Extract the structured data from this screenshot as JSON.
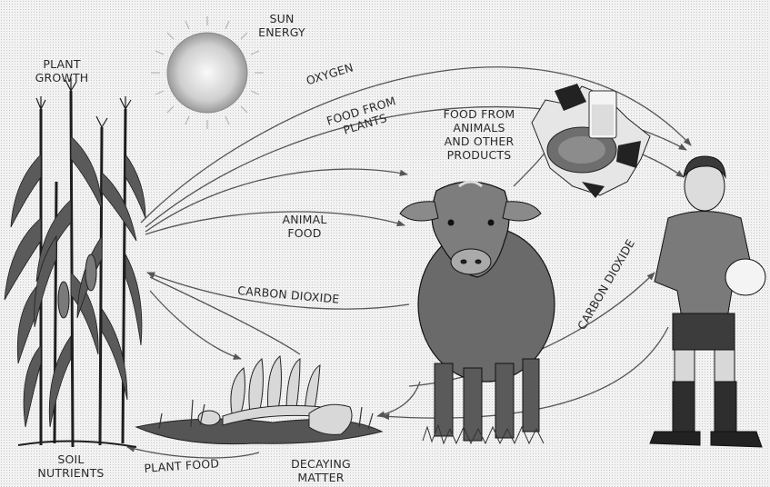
{
  "labels": {
    "sun_energy": [
      "SUN",
      "ENERGY"
    ],
    "plant_growth": [
      "PLANT",
      "GROWTH"
    ],
    "oxygen": "OXYGEN",
    "food_from_plants": [
      "FOOD FROM",
      "PLANTS"
    ],
    "food_from_animals": [
      "FOOD FROM",
      "ANIMALS",
      "AND OTHER",
      "PRODUCTS"
    ],
    "animal_food": [
      "ANIMAL",
      "FOOD"
    ],
    "carbon_dioxide_left": "CARBON DIOXIDE",
    "carbon_dioxide_right": "CARBON DIOXIDE",
    "soil_nutrients": [
      "SOIL",
      "NUTRIENTS"
    ],
    "plant_food": "PLANT FOOD",
    "decaying_matter": [
      "DECAYING",
      "MATTER"
    ]
  },
  "illustrations": {
    "sun": "sun-icon",
    "corn": "corn-plants-illustration",
    "cow": "cow-illustration",
    "person": "boy-with-ball-illustration",
    "food": "meat-and-milk-illustration",
    "skeleton": "decaying-skeleton-illustration"
  },
  "colors": {
    "ink": "#2a2a2a",
    "arrow": "#555555"
  }
}
